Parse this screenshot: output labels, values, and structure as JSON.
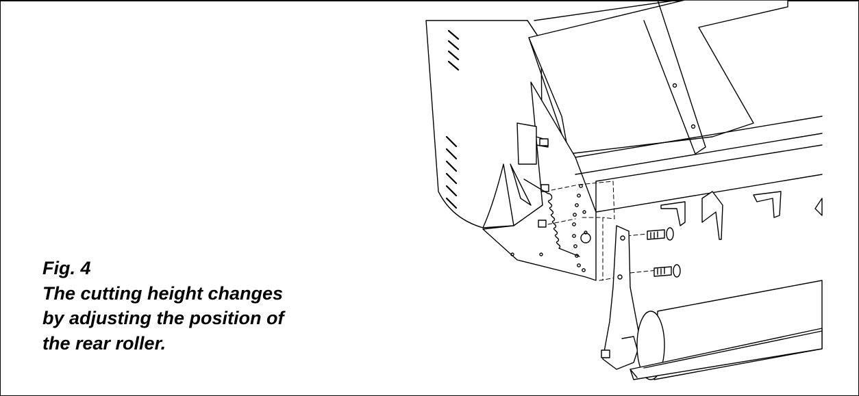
{
  "figure": {
    "label": "Fig. 4",
    "caption_lines": [
      "The cutting height changes",
      "by adjusting the position of",
      "the rear roller."
    ]
  },
  "colors": {
    "ink": "#000000",
    "paper": "#ffffff",
    "shade": "#e9e9e9"
  },
  "illustration": {
    "subject": "mower-housing-rear-roller-adjustment-icon"
  }
}
